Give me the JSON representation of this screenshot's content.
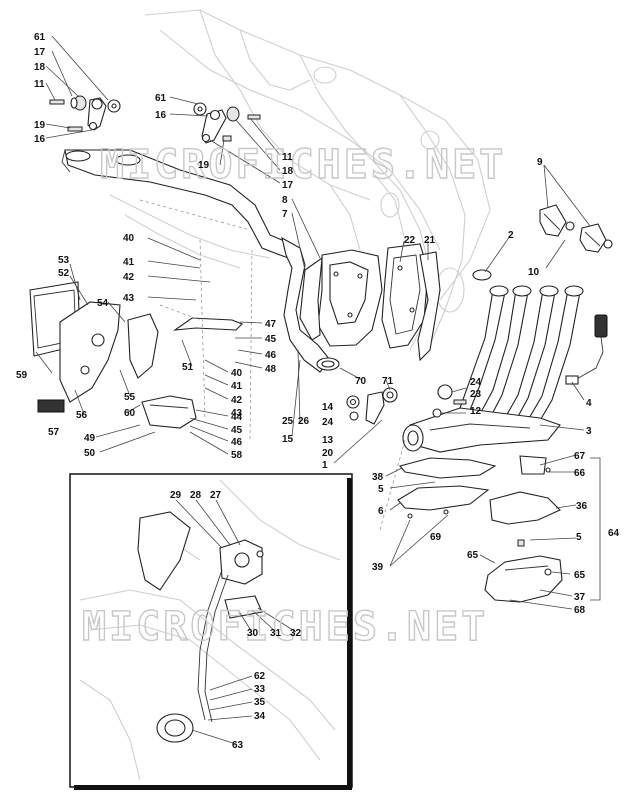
{
  "watermark": "MICROFICHES.NET",
  "callouts": {
    "c61a": "61",
    "c17a": "17",
    "c18a": "18",
    "c11a": "11",
    "c19a": "19",
    "c16a": "16",
    "c61b": "61",
    "c16b": "16",
    "c19b": "19",
    "c11b": "11",
    "c18b": "18",
    "c17b": "17",
    "c8": "8",
    "c7": "7",
    "c40a": "40",
    "c41a": "41",
    "c42a": "42",
    "c43a": "43",
    "c53": "53",
    "c52": "52",
    "c54": "54",
    "c59": "59",
    "c47": "47",
    "c46a": "46",
    "c48": "48",
    "c51": "51",
    "c40b": "40",
    "c41b": "41",
    "c42b": "42",
    "c43b": "43",
    "c55": "55",
    "c56": "56",
    "c60": "60",
    "c57": "57",
    "c49": "49",
    "c50": "50",
    "c44": "44",
    "c45b": "45",
    "c46b": "46",
    "c58": "58",
    "c45a": "45",
    "c22": "22",
    "c21": "21",
    "c2": "2",
    "c9": "9",
    "c10": "10",
    "c25": "25",
    "c26": "26",
    "c15": "15",
    "c70": "70",
    "c71": "71",
    "c14": "14",
    "c24a": "24",
    "c13": "13",
    "c20": "20",
    "c1": "1",
    "c24b": "24",
    "c23": "23",
    "c12": "12",
    "c4": "4",
    "c3": "3",
    "c67": "67",
    "c66": "66",
    "c38": "38",
    "c5a": "5",
    "c6": "6",
    "c36": "36",
    "c69": "69",
    "c39": "39",
    "c5b": "5",
    "c64": "64",
    "c65a": "65",
    "c65b": "65",
    "c37": "37",
    "c68": "68",
    "c29": "29",
    "c28": "28",
    "c27": "27",
    "c30": "30",
    "c31": "31",
    "c32": "32",
    "c62": "62",
    "c33": "33",
    "c35": "35",
    "c34": "34",
    "c63": "63"
  }
}
